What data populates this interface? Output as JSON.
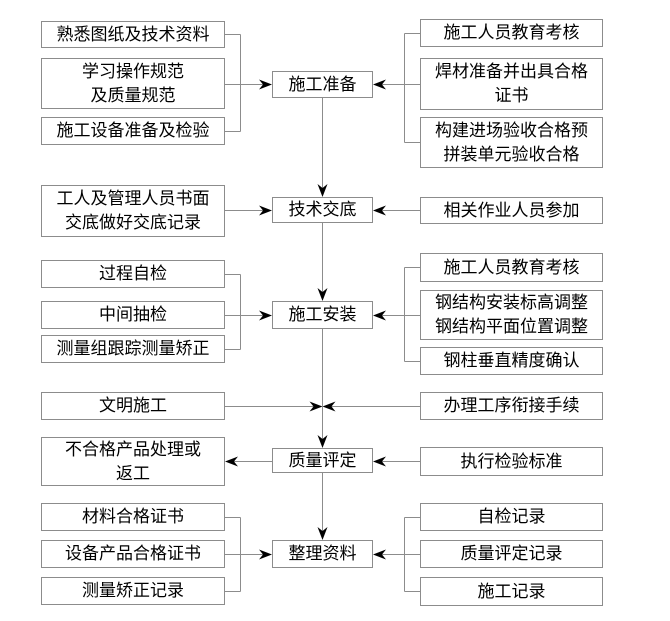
{
  "flow": {
    "main_steps": [
      "施工准备",
      "技术交底",
      "施工安装",
      "质量评定",
      "整理资料"
    ],
    "left": [
      "熟悉图纸及技术资料",
      "学习操作规范\n及质量规范",
      "施工设备准备及检验",
      "工人及管理人员书面\n交底做好交底记录",
      "过程自检",
      "中间抽检",
      "测量组跟踪测量矫正",
      "文明施工",
      "不合格产品处理或\n返工",
      "材料合格证书",
      "设备产品合格证书",
      "测量矫正记录"
    ],
    "right": [
      "施工人员教育考核",
      "焊材准备并出具合格\n证书",
      "构建进场验收合格预\n拼装单元验收合格",
      "相关作业人员参加",
      "施工人员教育考核",
      "钢结构安装标高调整\n钢结构平面位置调整",
      "钢柱垂直精度确认",
      "办理工序衔接手续",
      "执行检验标准",
      "自检记录",
      "质量评定记录",
      "施工记录"
    ],
    "colors": {
      "line": "#8c8c8c",
      "border": "#8c8c8c",
      "arrow": "#000000",
      "text": "#000000",
      "background": "#ffffff"
    }
  }
}
